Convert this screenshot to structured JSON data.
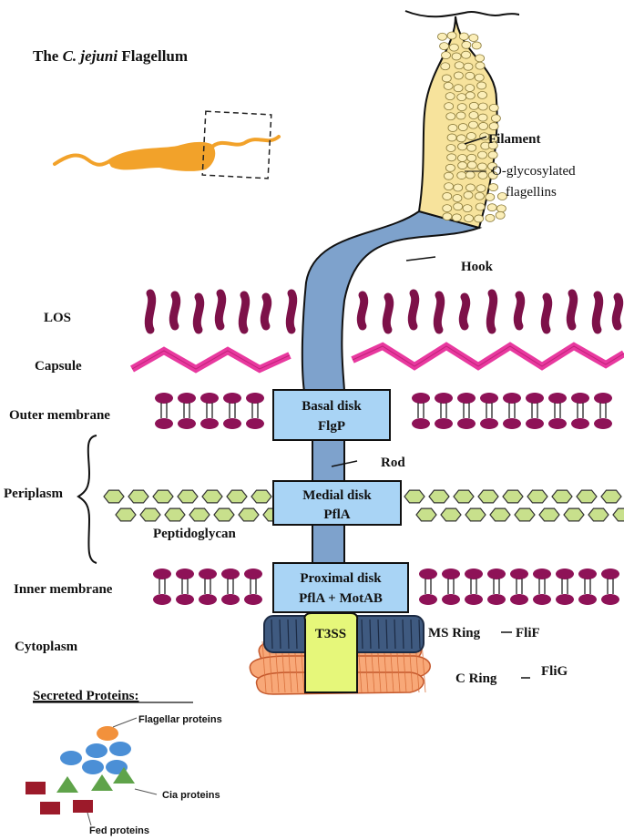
{
  "title": {
    "prefix": "The ",
    "species": "C. jejuni",
    "suffix": " Flagellum"
  },
  "left_labels": {
    "los": "LOS",
    "capsule": "Capsule",
    "outer_membrane": "Outer membrane",
    "periplasm": "Periplasm",
    "peptidoglycan": "Peptidoglycan",
    "inner_membrane": "Inner membrane",
    "cytoplasm": "Cytoplasm"
  },
  "right_labels": {
    "filament": "Filament",
    "glyco_line1": "O-glycosylated",
    "glyco_line2": "flagellins",
    "hook": "Hook",
    "rod": "Rod",
    "ms_ring": "MS Ring",
    "ms_ring_protein": "FliF",
    "c_ring": "C Ring",
    "c_ring_protein": "FliG"
  },
  "disks": {
    "basal_name": "Basal disk",
    "basal_protein": "FlgP",
    "medial_name": "Medial disk",
    "medial_protein": "PflA",
    "proximal_name": "Proximal disk",
    "proximal_protein": "PflA + MotAB",
    "t3ss": "T3SS"
  },
  "secreted": {
    "heading": "Secreted Proteins:",
    "flagellar": "Flagellar proteins",
    "cia": "Cia proteins",
    "fed": "Fed proteins"
  },
  "colors": {
    "filament_fill": "#f7e39c",
    "hook_rod": "#7ea2cc",
    "disk_fill": "#a9d4f5",
    "los": "#7d1149",
    "capsule": "#e8399f",
    "membrane_head": "#8e1257",
    "peptidoglycan": "#c8e08c",
    "ms_ring": "#3f5a80",
    "t3ss": "#e6f77a",
    "c_ring": "#f8a878",
    "bacterium": "#f2a22a",
    "flagellar_protein_orange": "#f2913c",
    "flagellar_protein_blue": "#4b8fd6",
    "cia_protein": "#5fa34a",
    "fed_protein": "#9c1a2a"
  }
}
